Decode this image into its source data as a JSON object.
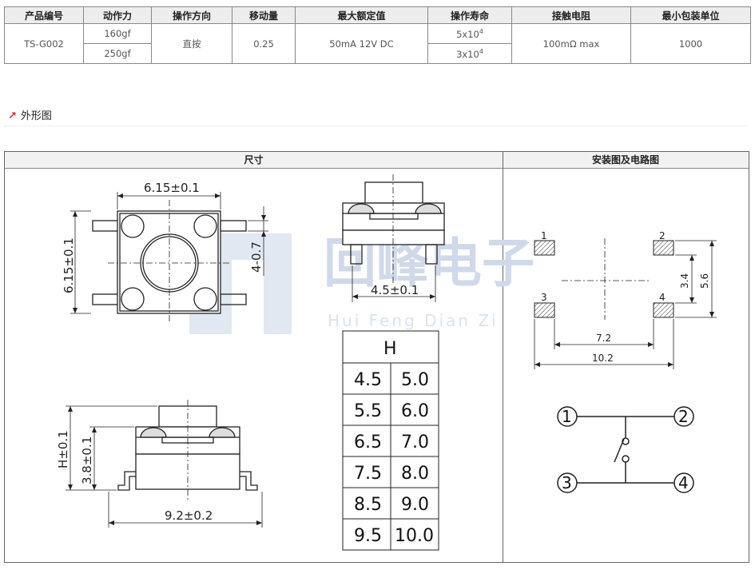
{
  "spec_table": {
    "headers": [
      "产品编号",
      "动作力",
      "操作方向",
      "移动量",
      "最大额定值",
      "操作寿命",
      "接触电阻",
      "最小包装单位"
    ],
    "part_no": "TS-G002",
    "force_1": "160gf",
    "force_2": "250gf",
    "direction": "直按",
    "travel": "0.25",
    "rating": "50mA 12V DC",
    "life_1_base": "5x10",
    "life_1_exp": "4",
    "life_2_base": "3x10",
    "life_2_exp": "4",
    "resistance": "100mΩ max",
    "packing": "1000"
  },
  "section_title": "外形图",
  "panel": {
    "left_header": "尺寸",
    "right_header": "安装图及电路图"
  },
  "watermark": {
    "cn": "回峰电子",
    "en": "Hui Feng Dian Zi"
  },
  "dims": {
    "width": "6.15±0.1",
    "height": "6.15±0.1",
    "pin_offset": "4-0.7",
    "side_width": "4.5±0.1",
    "h_tol": "H±0.1",
    "body_h": "3.8±0.1",
    "total_w": "9.2±0.2"
  },
  "h_table": {
    "title": "H",
    "rows": [
      [
        "4.5",
        "5.0"
      ],
      [
        "5.5",
        "6.0"
      ],
      [
        "6.5",
        "7.0"
      ],
      [
        "7.5",
        "8.0"
      ],
      [
        "8.5",
        "9.0"
      ],
      [
        "9.5",
        "10.0"
      ]
    ]
  },
  "mount": {
    "pin1": "1",
    "pin2": "2",
    "pin3": "3",
    "pin4": "4",
    "dim_72": "7.2",
    "dim_102": "10.2",
    "dim_34": "3.4",
    "dim_56": "5.6"
  },
  "circuit": {
    "n1": "1",
    "n2": "2",
    "n3": "3",
    "n4": "4"
  }
}
